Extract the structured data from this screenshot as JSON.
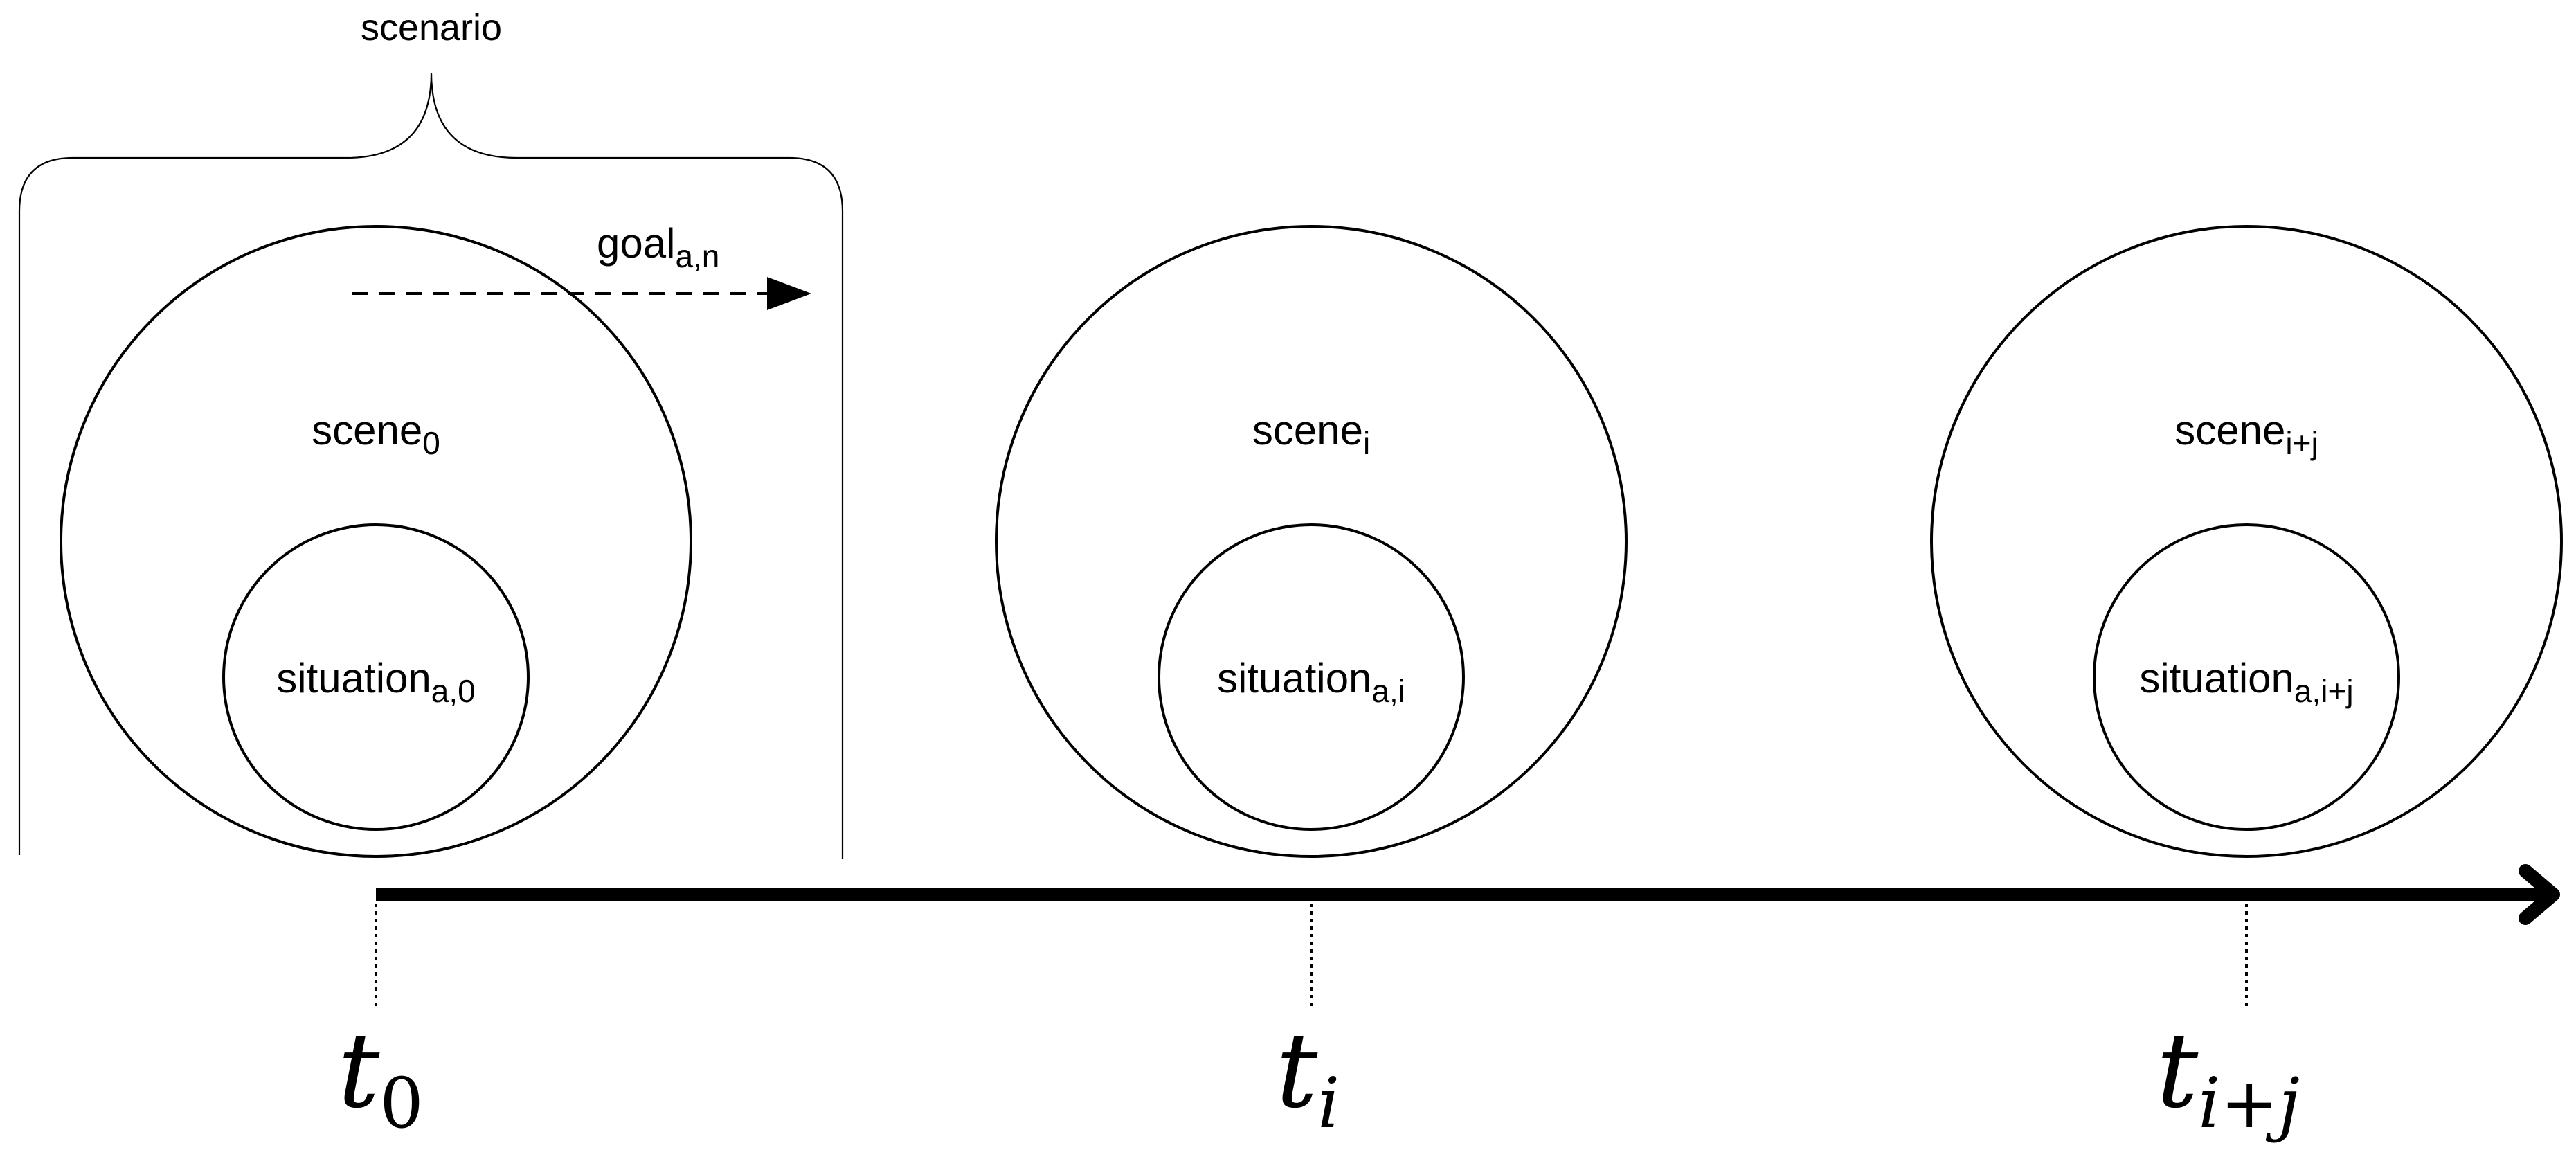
{
  "scenario": {
    "label": "scenario",
    "goal": {
      "base": "goal",
      "sub": "a,n"
    }
  },
  "scenes": [
    {
      "scene": {
        "base": "scene",
        "sub": "0"
      },
      "situation": {
        "base": "situation",
        "sub": "a,0"
      },
      "time": {
        "base": "t",
        "sub": "0"
      }
    },
    {
      "scene": {
        "base": "scene",
        "sub": "i"
      },
      "situation": {
        "base": "situation",
        "sub": "a,i"
      },
      "time": {
        "base": "t",
        "sub": "i"
      }
    },
    {
      "scene": {
        "base": "scene",
        "sub": "i+j"
      },
      "situation": {
        "base": "situation",
        "sub": "a,i+j"
      },
      "time": {
        "base": "t",
        "sub": "i+j"
      }
    }
  ]
}
